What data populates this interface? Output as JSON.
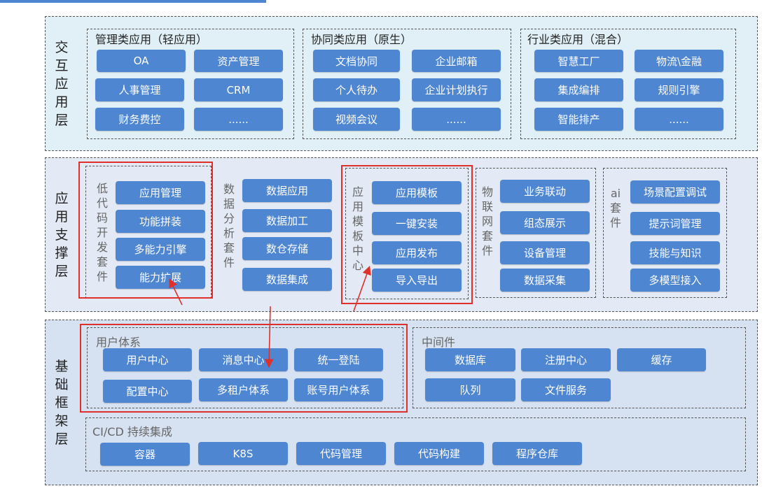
{
  "layers": {
    "interaction": {
      "title": [
        "交",
        "互",
        "应",
        "用",
        "层"
      ],
      "groups": [
        {
          "title": "管理类应用（轻应用）",
          "chips": [
            "OA",
            "资产管理",
            "人事管理",
            "CRM",
            "财务费控",
            "......"
          ]
        },
        {
          "title": "协同类应用（原生）",
          "chips": [
            "文档协同",
            "企业邮箱",
            "个人待办",
            "企业计划执行",
            "视频会议",
            "......"
          ]
        },
        {
          "title": "行业类应用（混合）",
          "chips": [
            "智慧工厂",
            "物流\\金融",
            "集成编排",
            "规则引擎",
            "智能排产",
            "......"
          ]
        }
      ]
    },
    "support": {
      "title": [
        "应",
        "用",
        "支",
        "撑",
        "层"
      ],
      "groups": [
        {
          "title": [
            "低",
            "代",
            "码",
            "开",
            "发",
            "套",
            "件"
          ],
          "chips": [
            "应用管理",
            "功能拼装",
            "多能力引擎",
            "能力扩展"
          ]
        },
        {
          "title": [
            "数",
            "据",
            "分",
            "析",
            "套",
            "件"
          ],
          "chips": [
            "数据应用",
            "数据加工",
            "数仓存储",
            "数据集成"
          ]
        },
        {
          "title": [
            "应",
            "用",
            "模",
            "板",
            "中",
            "心"
          ],
          "chips": [
            "应用模板",
            "一键安装",
            "应用发布",
            "导入导出"
          ]
        },
        {
          "title": [
            "物",
            "联",
            "网",
            "套",
            "件"
          ],
          "chips": [
            "业务联动",
            "组态展示",
            "设备管理",
            "数据采集"
          ]
        },
        {
          "title": [
            "ai",
            "套",
            "件"
          ],
          "chips": [
            "场景配置调试",
            "提示词管理",
            "技能与知识",
            "多模型接入"
          ]
        }
      ]
    },
    "foundation": {
      "title": [
        "基",
        "础",
        "框",
        "架",
        "层"
      ],
      "user_system": {
        "title": "用户体系",
        "chips": [
          "用户中心",
          "消息中心",
          "统一登陆",
          "配置中心",
          "多租户体系",
          "账号用户体系"
        ]
      },
      "middleware": {
        "title": "中间件",
        "chips": [
          "数据库",
          "注册中心",
          "缓存",
          "队列",
          "文件服务"
        ]
      },
      "cicd": {
        "title": "CI/CD 持续集成",
        "chips": [
          "容器",
          "K8S",
          "代码管理",
          "代码构建",
          "程序仓库"
        ]
      }
    }
  },
  "colors": {
    "chip": "#4f86d2",
    "highlight": "#e0302b",
    "layer_top": "#e0f0f6",
    "layer_mid": "#e3eaf5",
    "layer_bottom": "#d6e1f2"
  }
}
